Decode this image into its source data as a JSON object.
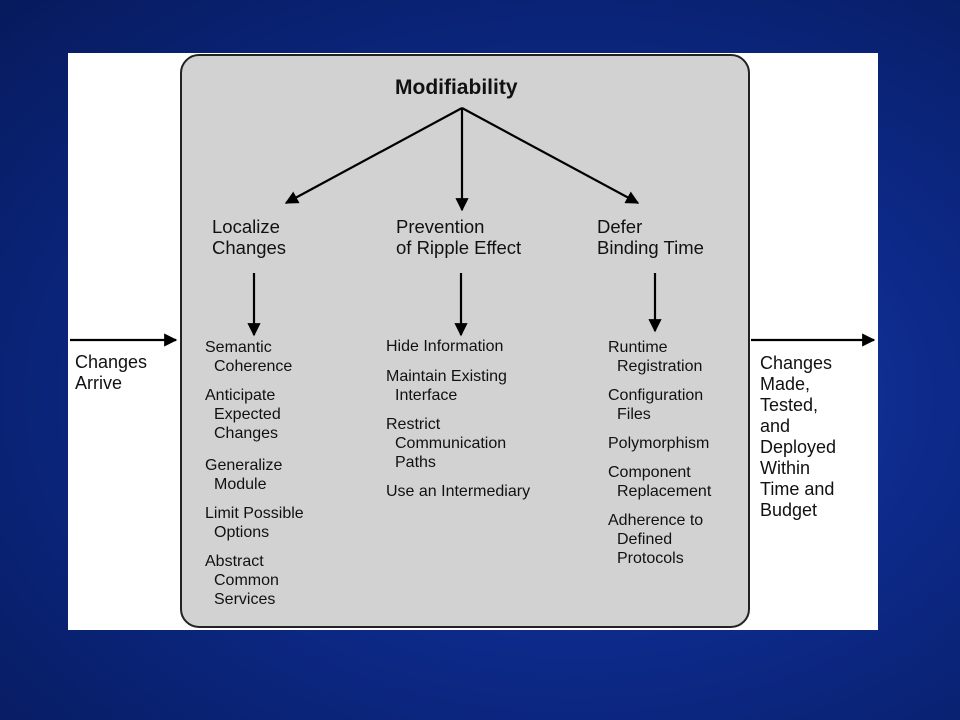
{
  "diagram": {
    "title": "Modifiability",
    "input": "Changes\nArrive",
    "output": "Changes\nMade,\nTested,\nand\nDeployed\nWithin\nTime and\nBudget",
    "categories": [
      {
        "heading": "Localize\nChanges",
        "items": [
          "Semantic\nCoherence",
          "Anticipate\nExpected\nChanges",
          "Generalize\nModule",
          "Limit Possible\nOptions",
          "Abstract\nCommon\nServices"
        ]
      },
      {
        "heading": "Prevention\nof Ripple Effect",
        "items": [
          "Hide Information",
          "Maintain Existing\nInterface",
          "Restrict\nCommunication\nPaths",
          "Use an Intermediary"
        ]
      },
      {
        "heading": "Defer\nBinding Time",
        "items": [
          "Runtime\nRegistration",
          "Configuration\nFiles",
          "Polymorphism",
          "Component\nReplacement",
          "Adherence to\nDefined\nProtocols"
        ]
      }
    ]
  }
}
